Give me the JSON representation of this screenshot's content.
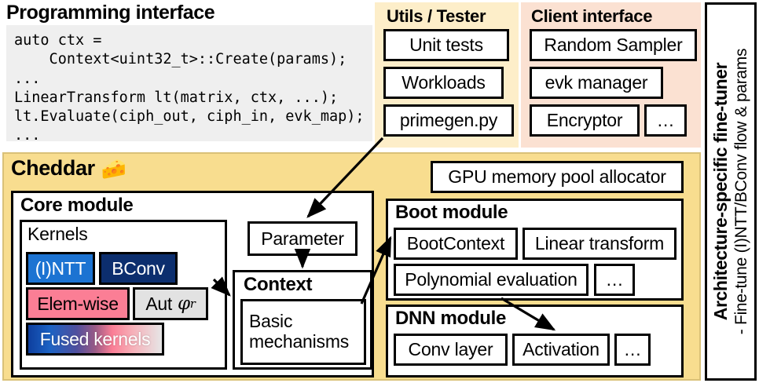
{
  "programming_interface": {
    "title": "Programming interface",
    "code": "auto ctx =\n    Context<uint32_t>::Create(params);\n...\nLinearTransform lt(matrix, ctx, ...);\nlt.Evaluate(ciph_out, ciph_in, evk_map);\n..."
  },
  "utils": {
    "title": "Utils / Tester",
    "bg": "#fdeec9",
    "items": [
      {
        "label": "Unit tests"
      },
      {
        "label": "Workloads"
      },
      {
        "label": "primegen.py"
      }
    ]
  },
  "client": {
    "title": "Client interface",
    "bg": "#fbe1d2",
    "items": [
      {
        "label": "Random Sampler"
      },
      {
        "label": "evk manager"
      },
      {
        "label": "Encryptor"
      },
      {
        "label": "…"
      }
    ]
  },
  "fine_tuner": {
    "title": "Architecture-specific fine-tuner",
    "subtitle": "- Fine-tune (I)NTT/BConv flow & params"
  },
  "cheddar": {
    "title": "Cheddar",
    "icon": "🧀",
    "bg": "#f8dd8f",
    "core_module": {
      "title": "Core module",
      "kernels": {
        "title": "Kernels",
        "items": [
          {
            "label": "(I)NTT",
            "bg": "#1c73d2",
            "fg": "#ffffff"
          },
          {
            "label": "BConv",
            "bg": "#0c2e6e",
            "fg": "#ffffff"
          },
          {
            "label": "Elem-wise",
            "bg": "#fb7e95",
            "fg": "#000000"
          },
          {
            "label": "Aut",
            "bg": "#e2e2e2",
            "fg": "#000000"
          },
          {
            "label": "Fused kernels",
            "bg": "gradient",
            "fg": "#ffffff"
          }
        ]
      },
      "parameter": "Parameter",
      "context": {
        "title": "Context",
        "inner": "Basic\nmechanisms"
      }
    },
    "gpu_allocator": "GPU memory pool allocator",
    "boot_module": {
      "title": "Boot module",
      "items": [
        {
          "label": "BootContext"
        },
        {
          "label": "Linear transform"
        },
        {
          "label": "Polynomial evaluation"
        },
        {
          "label": "…"
        }
      ]
    },
    "dnn_module": {
      "title": "DNN module",
      "items": [
        {
          "label": "Conv layer"
        },
        {
          "label": "Activation"
        },
        {
          "label": "…"
        }
      ]
    }
  },
  "arrows": [
    {
      "name": "primegen-to-parameter",
      "from": "primegen.py",
      "to": "Parameter"
    },
    {
      "name": "parameter-to-context",
      "from": "Parameter",
      "to": "Context"
    },
    {
      "name": "kernels-to-context",
      "from": "Kernels",
      "to": "Context"
    },
    {
      "name": "context-to-bootcontext",
      "from": "Context",
      "to": "BootContext"
    },
    {
      "name": "polyeval-to-activation",
      "from": "Polynomial evaluation",
      "to": "Activation"
    }
  ]
}
